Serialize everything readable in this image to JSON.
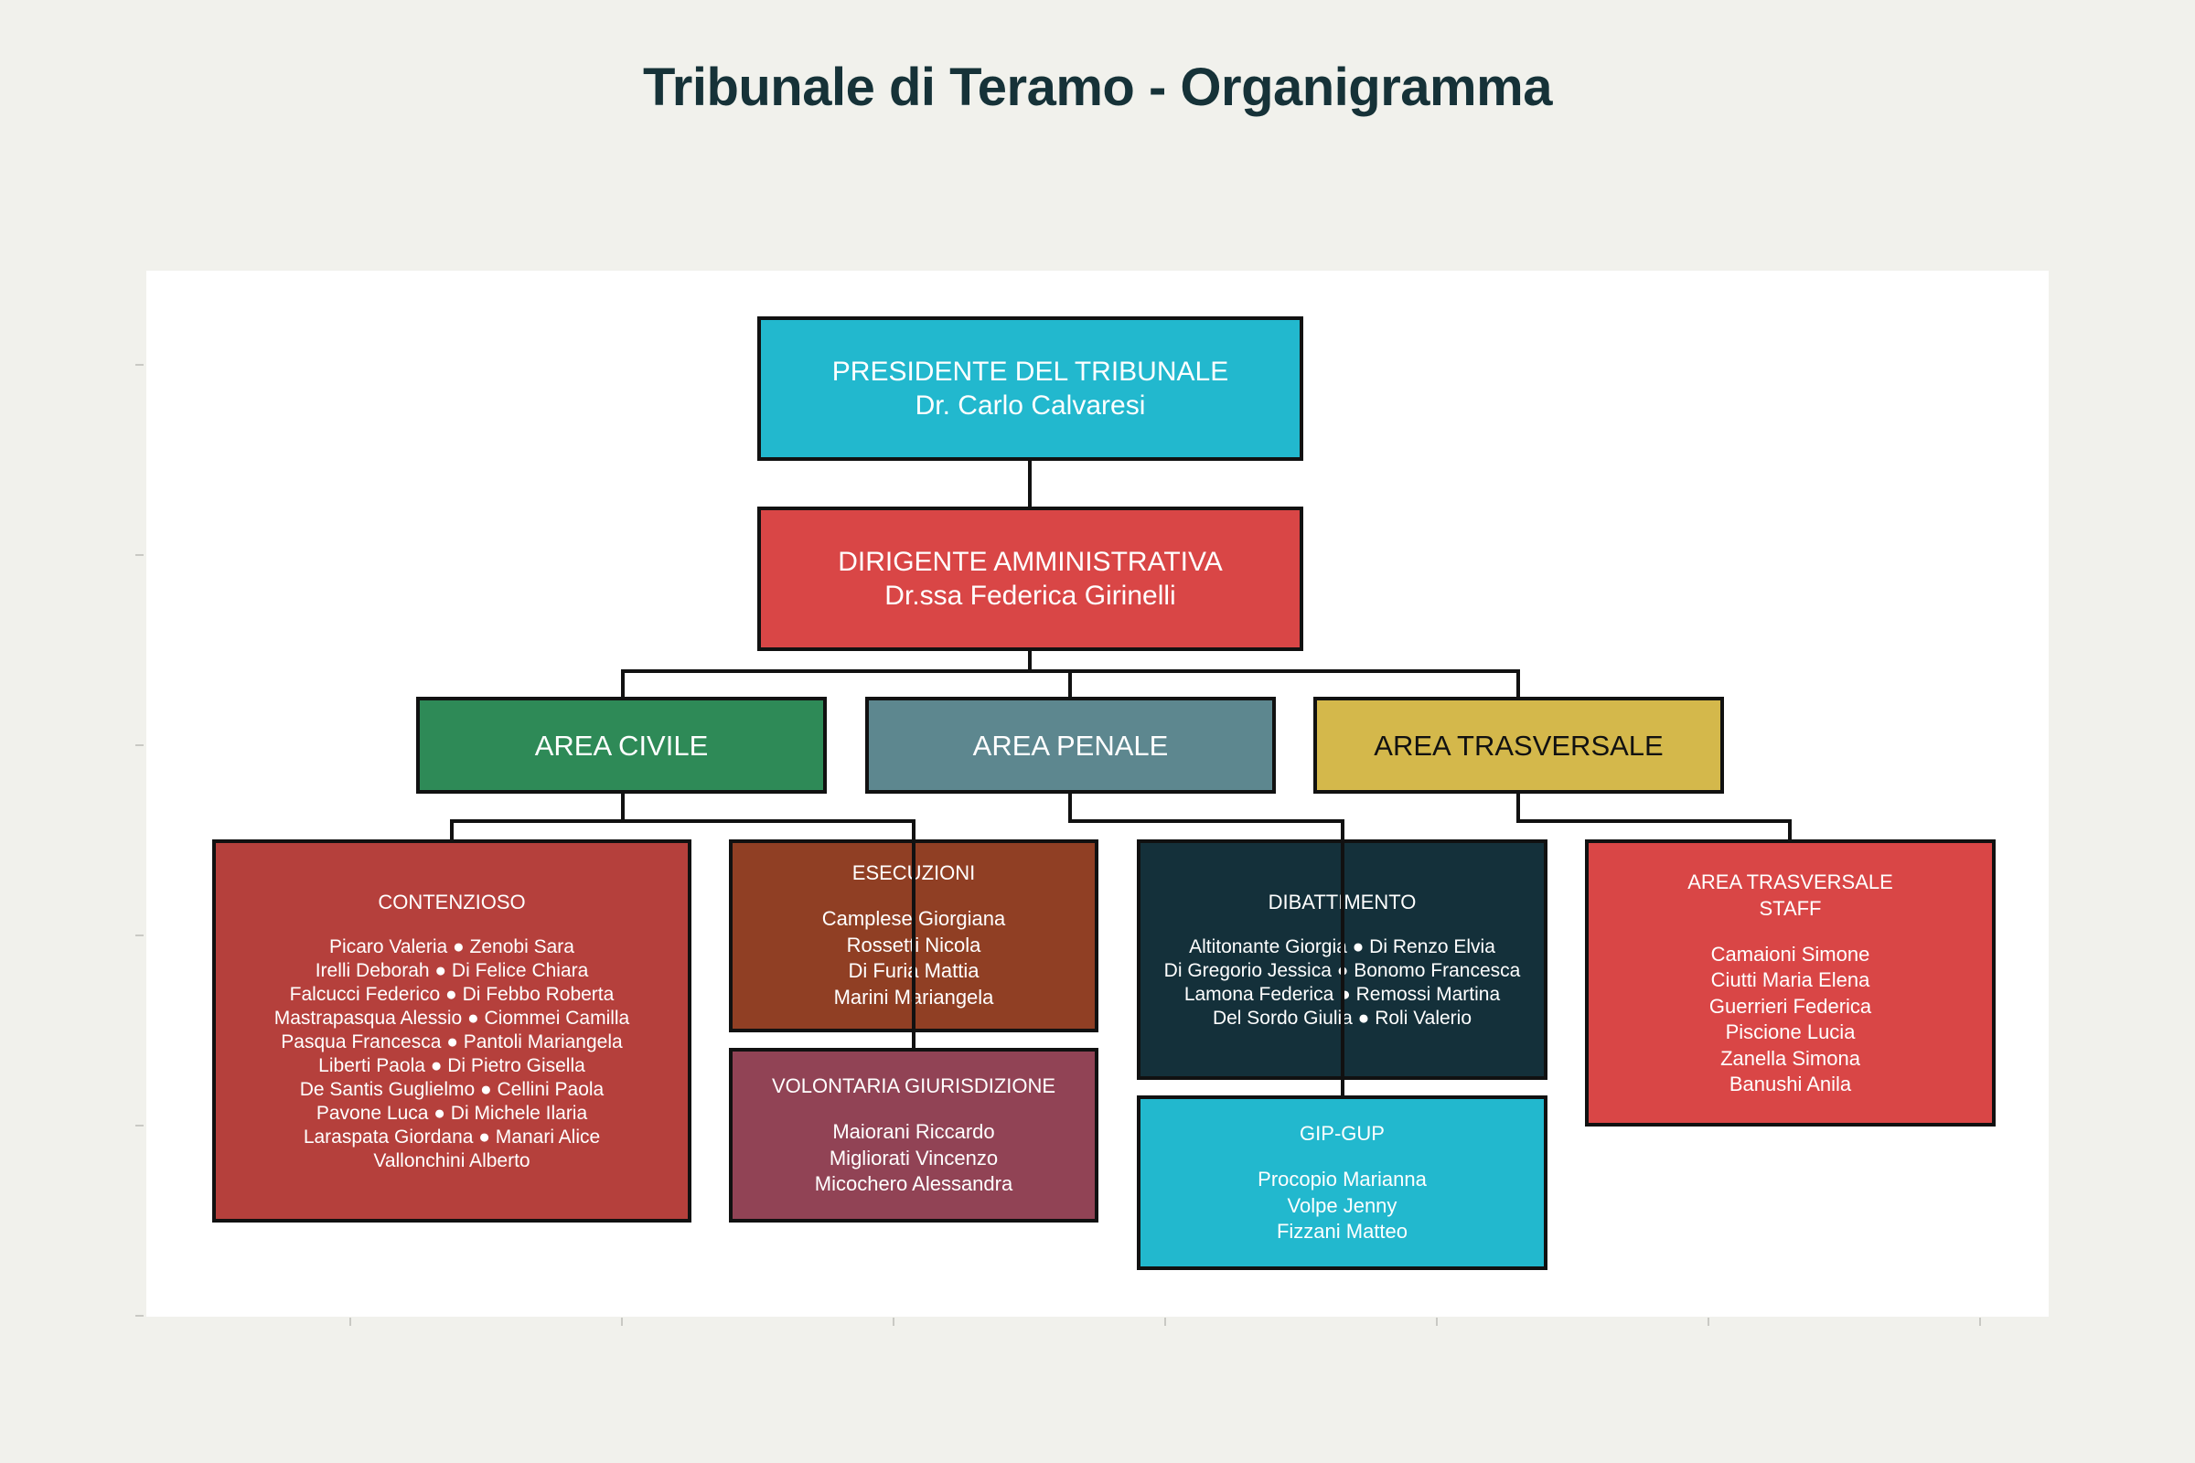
{
  "title": "Tribunale di Teramo - Organigramma",
  "colors": {
    "presidente": "#22b8ce",
    "dirigente": "#d94646",
    "area_civile": "#2e8a57",
    "area_penale": "#5d878f",
    "area_trasversale": "#d4b84b",
    "contenzioso": "#b5403c",
    "esecuzioni": "#903f24",
    "volontaria": "#914355",
    "dibattimento": "#14303a",
    "gip_gup": "#22b8ce",
    "staff": "#d94646"
  },
  "presidente": {
    "role": "PRESIDENTE DEL TRIBUNALE",
    "name": "Dr. Carlo Calvaresi"
  },
  "dirigente": {
    "role": "DIRIGENTE AMMINISTRATIVA",
    "name": "Dr.ssa Federica Girinelli"
  },
  "areas": {
    "civile": "AREA CIVILE",
    "penale": "AREA PENALE",
    "trasversale": "AREA TRASVERSALE"
  },
  "contenzioso": {
    "title": "CONTENZIOSO",
    "members": [
      "Picaro Valeria ● Zenobi Sara",
      "Irelli Deborah ● Di Felice Chiara",
      "Falcucci Federico ● Di Febbo Roberta",
      "Mastrapasqua Alessio ● Ciommei Camilla",
      "Pasqua Francesca ● Pantoli Mariangela",
      "Liberti Paola ● Di Pietro Gisella",
      "De Santis Guglielmo ● Cellini Paola",
      "Pavone Luca ● Di Michele Ilaria",
      "Laraspata Giordana ● Manari Alice",
      "Vallonchini Alberto"
    ]
  },
  "esecuzioni": {
    "title": "ESECUZIONI",
    "members": [
      "Camplese Giorgiana",
      "Rossetti Nicola",
      "Di Furia Mattia",
      "Marini Mariangela"
    ]
  },
  "volontaria": {
    "title": "VOLONTARIA GIURISDIZIONE",
    "members": [
      "Maiorani Riccardo",
      "Migliorati Vincenzo",
      "Micochero Alessandra"
    ]
  },
  "dibattimento": {
    "title": "DIBATTIMENTO",
    "members": [
      "Altitonante Giorgia ● Di Renzo Elvia",
      "Di Gregorio Jessica ● Bonomo Francesca",
      "Lamona Federica ● Remossi Martina",
      "Del Sordo Giulia ● Roli Valerio"
    ]
  },
  "gip_gup": {
    "title": "GIP-GUP",
    "members": [
      "Procopio Marianna",
      "Volpe Jenny",
      "Fizzani Matteo"
    ]
  },
  "staff": {
    "title_line1": "AREA TRASVERSALE",
    "title_line2": "STAFF",
    "members": [
      "Camaioni Simone",
      "Ciutti Maria Elena",
      "Guerrieri Federica",
      "Piscione Lucia",
      "Zanella Simona",
      "Banushi Anila"
    ]
  }
}
